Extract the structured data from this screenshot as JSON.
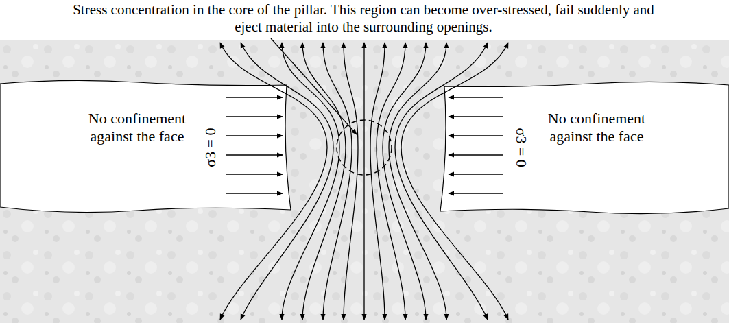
{
  "diagram": {
    "labels": [
      "Stress concentration in the core of the pillar. This region can become over-stressed, fail suddenly and eject material into the surrounding openings.",
      "No confinement against the face",
      "σ3 = 0",
      "σ3 = 0",
      "No confinement against the face"
    ]
  }
}
